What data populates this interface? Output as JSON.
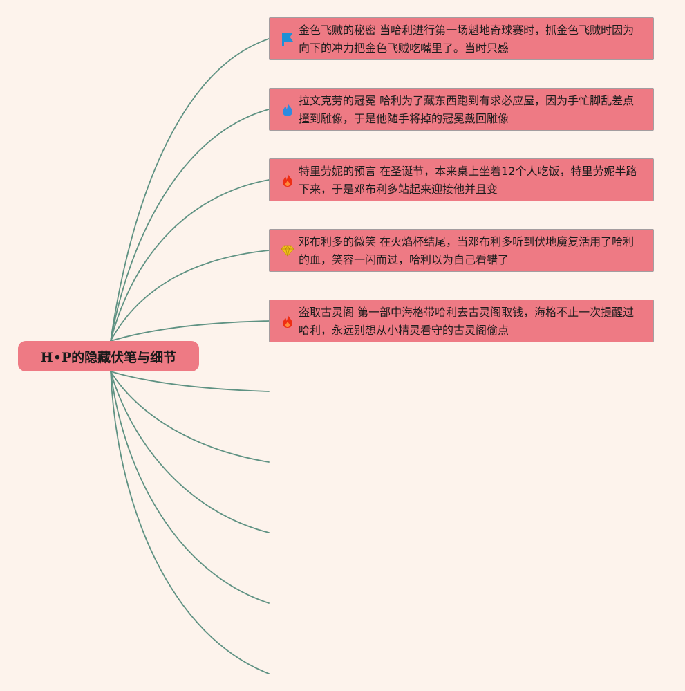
{
  "root": {
    "title": "H•P的隐藏伏笔与细节"
  },
  "topics": [
    {
      "icon": "flag-icon",
      "text": "金色飞贼的秘密 当哈利进行第一场魁地奇球赛时，抓金色飞贼时因为向下的冲力把金色飞贼吃嘴里了。当时只感"
    },
    {
      "icon": "blue-flame-icon",
      "text": "拉文克劳的冠冕 哈利为了藏东西跑到有求必应屋，因为手忙脚乱差点撞到雕像，于是他随手将掉的冠冕戴回雕像"
    },
    {
      "icon": "fire-icon",
      "text": "特里劳妮的预言 在圣诞节，本来桌上坐着12个人吃饭，特里劳妮半路下来，于是邓布利多站起来迎接他并且变"
    },
    {
      "icon": "diamond-icon",
      "text": "邓布利多的微笑 在火焰杯结尾，当邓布利多听到伏地魔复活用了哈利的血，笑容一闪而过，哈利以为自己看错了"
    },
    {
      "icon": "fire-icon",
      "text": "盗取古灵阁 第一部中海格带哈利去古灵阁取钱，海格不止一次提醒过哈利，永远别想从小精灵看守的古灵阁偷点"
    }
  ],
  "empty_branch_count": 5,
  "colors": {
    "background": "#fdf3ec",
    "node_fill": "#ee7a84",
    "node_border": "#a39da0",
    "connector": "#5f9283",
    "flag": "#1e90d6",
    "blue_flame": "#2e8be0",
    "fire": "#ee2e14",
    "diamond": "#f2c21a"
  }
}
